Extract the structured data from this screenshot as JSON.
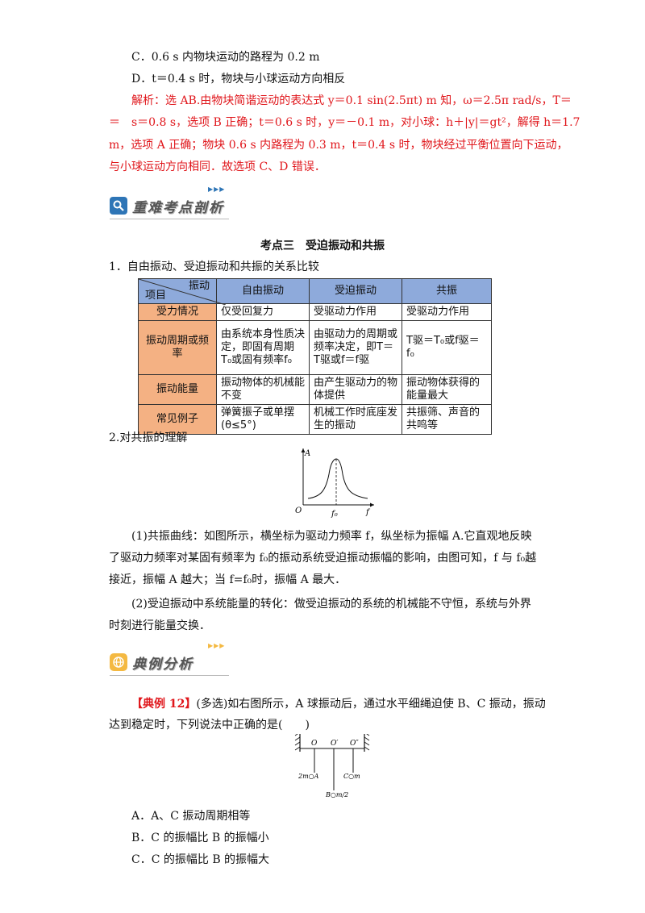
{
  "options_top": {
    "c": "C．0.6 s 内物块运动的路程为 0.2 m",
    "d": "D．t＝0.4 s 时，物块与小球运动方向相反"
  },
  "analysis": {
    "line1": "解析：选 AB.由物块简谐运动的表达式 y＝0.1 sin(2.5πt) m 知，ω＝2.5π rad/s，T＝",
    "line2": "＝　s＝0.8 s，选项 B 正确；t＝0.6 s 时，y＝－0.1 m，对小球：h＋|y|＝gt²，解得 h＝1.7",
    "line3": "m，选项 A 正确；物块 0.6 s 内路程为 0.3 m，t＝0.4 s 时，物块经过平衡位置向下运动，",
    "line4": "与小球运动方向相同．故选项 C、D 错误．"
  },
  "banner1": {
    "text": "重难考点剖析",
    "icon": "magnifier-icon",
    "color": "#2e75b6"
  },
  "section_title": "考点三　受迫振动和共振",
  "item1": "1．自由振动、受迫振动和共振的关系比较",
  "table": {
    "corner_top": "振动",
    "corner_bottom": "项目",
    "headers": [
      "自由振动",
      "受迫振动",
      "共振"
    ],
    "rows": [
      {
        "label": "受力情况",
        "cells": [
          "仅受回复力",
          "受驱动力作用",
          "受驱动力作用"
        ]
      },
      {
        "label": "振动周期或频率",
        "cells": [
          "由系统本身性质决定，即固有周期T₀或固有频率f₀",
          "由驱动力的周期或频率决定，即T＝T驱或f＝f驱",
          "T驱＝T₀或f驱＝f₀"
        ]
      },
      {
        "label": "振动能量",
        "cells": [
          "振动物体的机械能不变",
          "由产生驱动力的物体提供",
          "振动物体获得的能量最大"
        ]
      },
      {
        "label": "常见例子",
        "cells": [
          "弹簧振子或单摆(θ≤5°)",
          "机械工作时底座发生的振动",
          "共振筛、声音的共鸣等"
        ]
      }
    ]
  },
  "item2": "2.对共振的理解",
  "graph": {
    "y_label": "A",
    "x_label": "f",
    "origin": "O",
    "peak_label": "f₀"
  },
  "para1": {
    "l1": "(1)共振曲线：如图所示，横坐标为驱动力频率 f，纵坐标为振幅 A.它直观地反映",
    "l2": "了驱动力频率对某固有频率为 f₀的振动系统受迫振动振幅的影响，由图可知，f 与 f₀越",
    "l3": "接近，振幅 A 越大；当 f=f₀时，振幅 A 最大．"
  },
  "para2": {
    "l1": "(2)受迫振动中系统能量的转化：做受迫振动的系统的机械能不守恒，系统与外界",
    "l2": "时刻进行能量交换．"
  },
  "banner2": {
    "text": "典例分析",
    "icon": "globe-icon",
    "color": "#f4b942"
  },
  "example": {
    "tag": "【典例 12】",
    "l1": "(多选)如右图所示，A 球振动后，通过水平细绳迫使 B、C 振动，振动",
    "l2": "达到稳定时，下列说法中正确的是(　　)"
  },
  "pendulum": {
    "o1": "O",
    "o2": "O′",
    "o3": "O″",
    "a_label": "2m○A",
    "c_label": "C○m",
    "b_label": "B○m/2"
  },
  "choices": {
    "a": "A．A、C 振动周期相等",
    "b": "B．C 的振幅比 B 的振幅小",
    "c": "C．C 的振幅比 B 的振幅大"
  }
}
